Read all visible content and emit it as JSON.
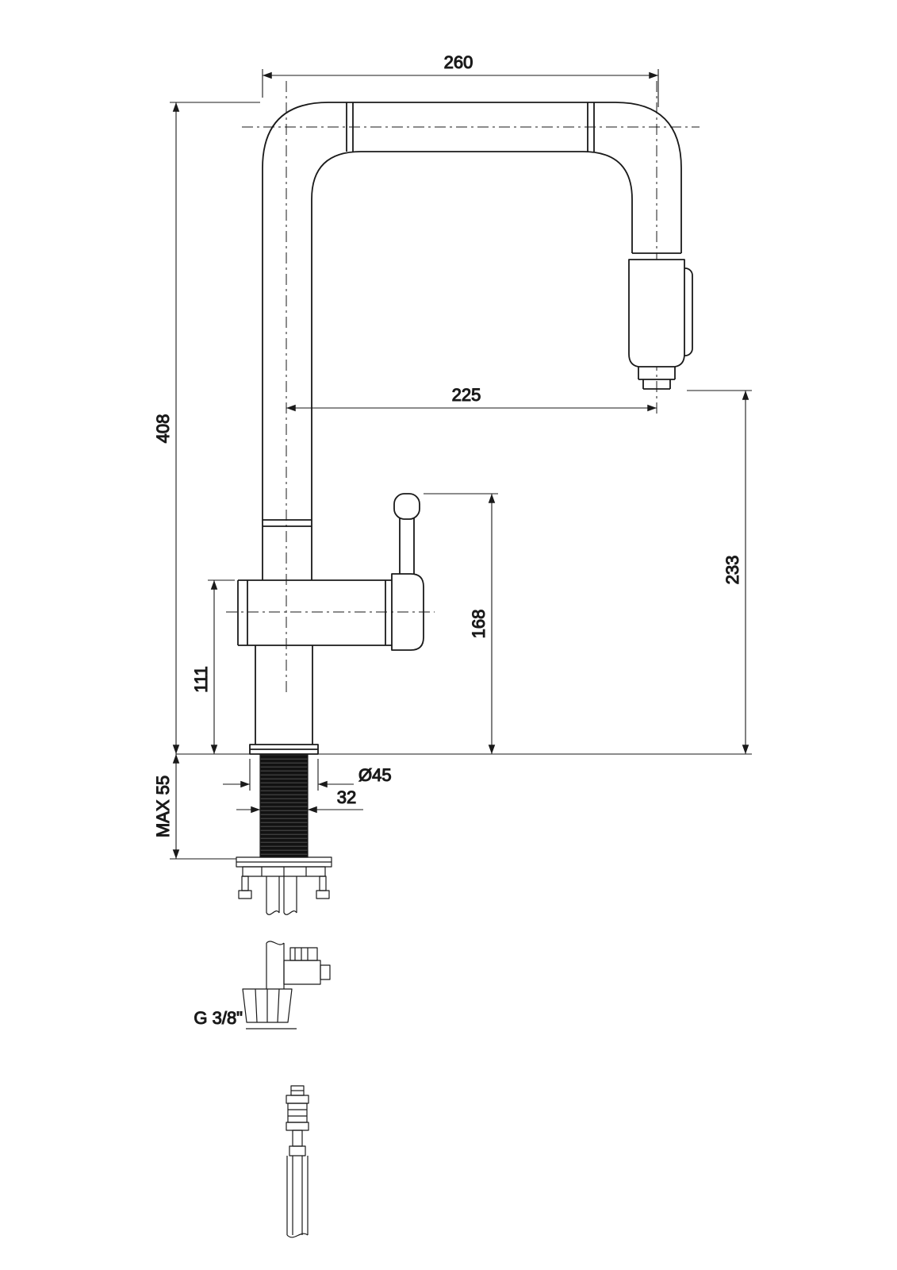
{
  "page": {
    "background": "#ffffff",
    "line_color": "#1a1a1a"
  },
  "drawing": {
    "labels": {
      "top_width": "260",
      "total_height": "408",
      "spout_reach": "225",
      "outlet_height": "233",
      "handle_height": "168",
      "body_height": "111",
      "max_counter": "MAX 55",
      "base_diameter": "Ø45",
      "shank_width": "32",
      "thread": "G 3/8\""
    }
  }
}
